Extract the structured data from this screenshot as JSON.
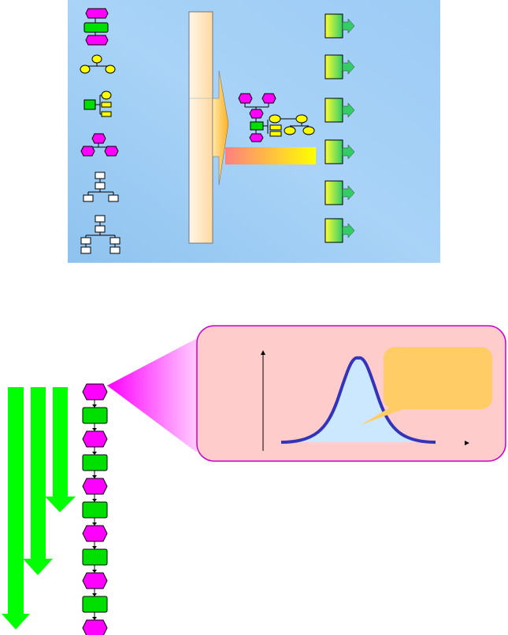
{
  "colors": {
    "event_fill": "#ff00ff",
    "function_fill": "#00e000",
    "org_unit_fill": "#ffff00",
    "info_fill": "#ffffff",
    "panel_gradient_start": "#5fa8e8",
    "panel_gradient_end": "#bfe0fb",
    "flow_arrow_green": "#00ff00",
    "zoom_funnel_magenta": "#ff33ff",
    "callout_bg": "#ffcccc",
    "callout_border": "#cc00cc",
    "curve_color": "#3333bb",
    "curve_fill": "#cce8ff",
    "note_bubble_fill": "#ffcc66",
    "output_box_gradient_end": "#33cc66"
  },
  "top_panel": {
    "legend_groups": [
      {
        "kind": "event-function-chain"
      },
      {
        "kind": "organization-hierarchy"
      },
      {
        "kind": "function-data-link"
      },
      {
        "kind": "event-event-link"
      },
      {
        "kind": "data-tree"
      },
      {
        "kind": "data-tree-nested"
      }
    ],
    "output_count": 6
  },
  "process_chain": {
    "steps": [
      "event",
      "function",
      "event",
      "function",
      "event",
      "function",
      "event",
      "function",
      "event",
      "function",
      "event"
    ]
  },
  "distribution_callout": {
    "curve_shape": "bell",
    "note_bubble_text": ""
  }
}
